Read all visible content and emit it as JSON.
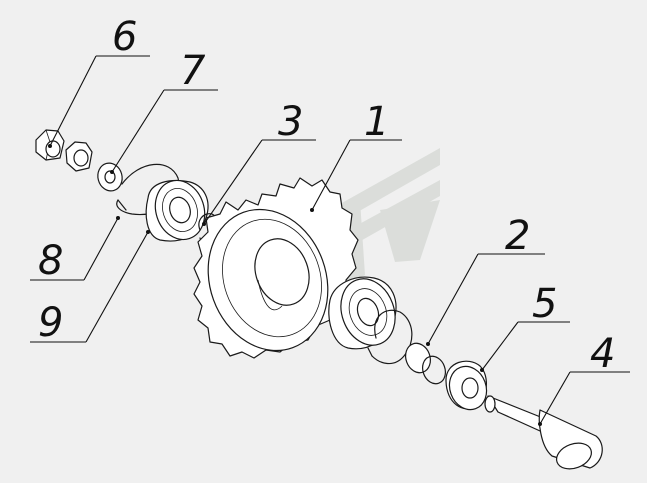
{
  "callouts": [
    {
      "id": "1",
      "label": "1"
    },
    {
      "id": "2",
      "label": "2"
    },
    {
      "id": "3",
      "label": "3"
    },
    {
      "id": "4",
      "label": "4"
    },
    {
      "id": "5",
      "label": "5"
    },
    {
      "id": "6",
      "label": "6"
    },
    {
      "id": "7",
      "label": "7"
    },
    {
      "id": "8",
      "label": "8"
    },
    {
      "id": "9",
      "label": "9"
    }
  ],
  "colors": {
    "background": "#f0f0f0",
    "line": "#1a1a1a",
    "watermark": "#d9dcd8"
  }
}
